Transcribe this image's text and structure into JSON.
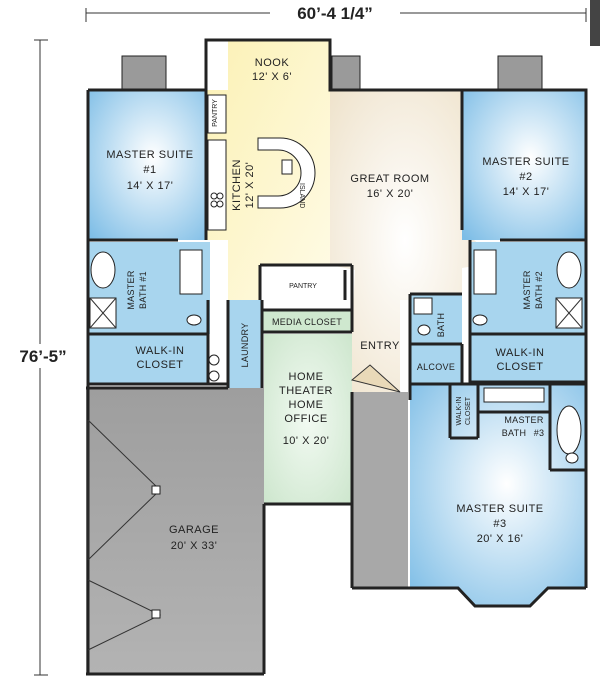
{
  "dimensions": {
    "width_label": "60’-4 1/4”",
    "height_label": "76’-5”"
  },
  "rooms": {
    "nook": {
      "name": "NOOK",
      "size": "12' X 6'"
    },
    "kitchen": {
      "name": "KITCHEN",
      "size": "12' X 20'"
    },
    "pantry_small": {
      "name": "PANTRY"
    },
    "island": {
      "name": "ISLAND"
    },
    "great_room": {
      "name": "GREAT ROOM",
      "size": "16' X 20'"
    },
    "master_suite_1": {
      "name": "MASTER SUITE",
      "number": "#1",
      "size": "14' X 17'"
    },
    "master_suite_2": {
      "name": "MASTER SUITE",
      "number": "#2",
      "size": "14' X 17'"
    },
    "master_bath_1": {
      "name": "MASTER",
      "number": "BATH #1"
    },
    "master_bath_2": {
      "name": "MASTER",
      "number": "BATH #2"
    },
    "walk_in_closet_1": {
      "line1": "WALK-IN",
      "line2": "CLOSET"
    },
    "walk_in_closet_2": {
      "line1": "WALK-IN",
      "line2": "CLOSET"
    },
    "pantry": {
      "name": "PANTRY"
    },
    "media_closet": {
      "name": "MEDIA CLOSET"
    },
    "laundry": {
      "name": "LAUNDRY"
    },
    "home_theater": {
      "line1": "HOME",
      "line2": "THEATER",
      "line3": "HOME",
      "line4": "OFFICE",
      "size": "10' X 20'"
    },
    "entry": {
      "name": "ENTRY"
    },
    "bath": {
      "name": "BATH"
    },
    "alcove": {
      "name": "ALCOVE"
    },
    "walk_in_closet_3": {
      "name": "WALK-IN",
      "line2": "CLOSET"
    },
    "master_bath_3": {
      "name": "MASTER",
      "number": "BATH",
      "number2": "#3"
    },
    "master_suite_3": {
      "name": "MASTER SUITE",
      "number": "#3",
      "size": "20' X 16'"
    },
    "garage": {
      "name": "GARAGE",
      "size": "20' X 33'"
    }
  },
  "colors": {
    "suite_blue": "#8fc8ec",
    "kitchen_yellow": "#fbf3c0",
    "great_room_cream": "#f7efdf",
    "garage_gray": "#a8a8a8",
    "office_green": "#d8ecd8",
    "media_green": "#cfe8cf",
    "bath_blue": "#a5d3ef"
  }
}
